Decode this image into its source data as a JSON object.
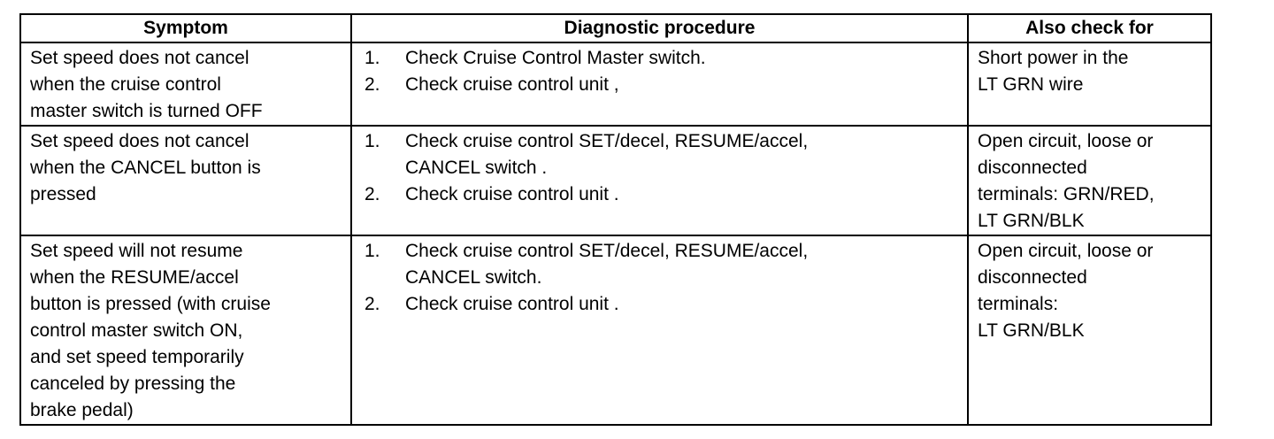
{
  "headers": {
    "symptom": "Symptom",
    "procedure": "Diagnostic procedure",
    "check": "Also check for"
  },
  "rows": [
    {
      "symptom": [
        "Set speed does not cancel",
        "when the cruise control",
        "master switch is turned OFF"
      ],
      "steps": [
        {
          "num": "1.",
          "lines": [
            "Check Cruise Control Master switch."
          ]
        },
        {
          "num": "2.",
          "lines": [
            "Check cruise control unit ,"
          ]
        }
      ],
      "check": [
        "Short power in the",
        "LT GRN wire"
      ]
    },
    {
      "symptom": [
        "Set speed does not cancel",
        "when the CANCEL button is",
        "pressed"
      ],
      "steps": [
        {
          "num": "1.",
          "lines": [
            "Check cruise control SET/decel, RESUME/accel,",
            "CANCEL switch ."
          ]
        },
        {
          "num": "2.",
          "lines": [
            "Check cruise control unit ."
          ]
        }
      ],
      "check": [
        "Open circuit, loose or",
        "disconnected",
        "terminals: GRN/RED,",
        "LT GRN/BLK"
      ]
    },
    {
      "symptom": [
        "Set speed will not resume",
        "when the RESUME/accel",
        "button is pressed (with cruise",
        "control master switch ON,",
        "and set speed temporarily",
        "canceled by pressing the",
        "brake pedal)"
      ],
      "steps": [
        {
          "num": "1.",
          "lines": [
            "Check cruise control SET/decel, RESUME/accel,",
            "CANCEL switch."
          ]
        },
        {
          "num": "2.",
          "lines": [
            "Check cruise control unit ."
          ]
        }
      ],
      "check": [
        "Open circuit, loose or",
        "disconnected",
        "terminals:",
        "LT GRN/BLK"
      ]
    }
  ]
}
